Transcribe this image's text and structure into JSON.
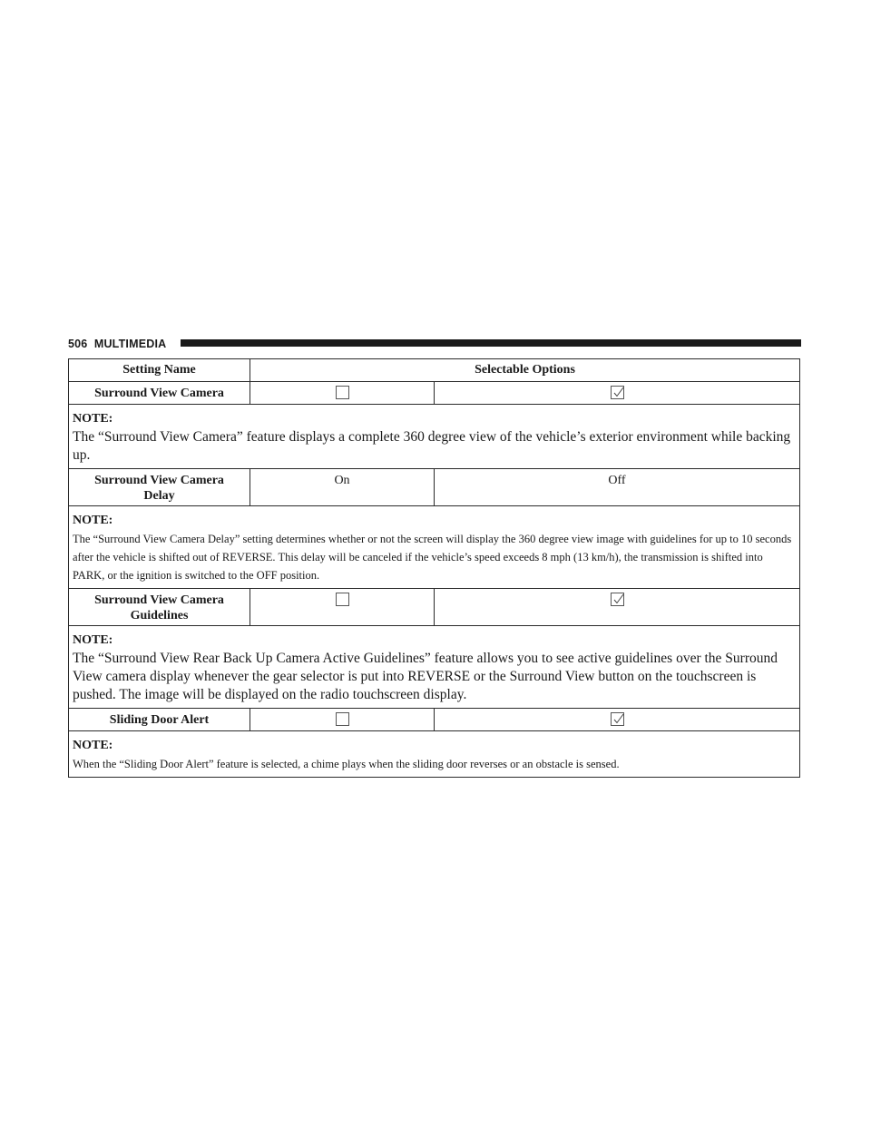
{
  "header": {
    "page_number": "506",
    "section": "MULTIMEDIA"
  },
  "table": {
    "col_setting_name": "Setting Name",
    "col_selectable_options": "Selectable Options",
    "rows": [
      {
        "setting": "Surround View Camera",
        "option1": "",
        "option2": "",
        "option1_icon": "empty-checkbox-icon",
        "option2_icon": "checked-checkbox-icon",
        "note_label": "NOTE:",
        "note_text": "The “Surround View Camera” feature displays a complete 360 degree view of the vehicle’s exterior environment while backing up."
      },
      {
        "setting_line1": "Surround View Camera",
        "setting_line2": "Delay",
        "option1": "On",
        "option2": "Off",
        "note_label": "NOTE:",
        "note_text": "The “Surround View Camera Delay” setting determines whether or not the screen will display the 360 degree view image with guidelines for up to 10 seconds after the vehicle is shifted out of REVERSE. This delay will be canceled if the vehicle’s speed exceeds 8 mph (13 km/h), the transmission is shifted into PARK, or the ignition is switched to the OFF position."
      },
      {
        "setting_line1": "Surround View Camera",
        "setting_line2": "Guidelines",
        "option1_icon": "empty-checkbox-icon",
        "option2_icon": "checked-checkbox-icon",
        "note_label": "NOTE:",
        "note_text": "The “Surround View Rear Back Up Camera Active Guidelines” feature allows you to see active guidelines over the Surround View camera display whenever the gear selector is put into REVERSE or the Surround View button on the touchscreen is pushed. The image will be displayed on the radio touchscreen display."
      },
      {
        "setting": "Sliding Door Alert",
        "option1_icon": "empty-checkbox-icon",
        "option2_icon": "checked-checkbox-icon",
        "note_label": "NOTE:",
        "note_text": "When the “Sliding Door Alert” feature is selected, a chime plays when the sliding door reverses or an obstacle is sensed."
      }
    ]
  }
}
